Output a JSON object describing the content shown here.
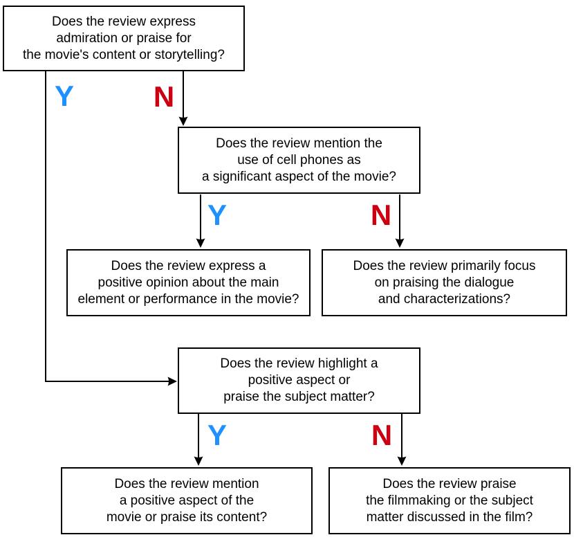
{
  "diagram": {
    "type": "decision-tree-flowchart",
    "colors": {
      "yes_label": "#1E90FF",
      "no_label": "#CC0011",
      "box_border": "#000000",
      "box_fill": "#FFFFFF",
      "text": "#000000",
      "connector": "#000000",
      "background": "#FFFFFF"
    },
    "labels": {
      "yes": "Y",
      "no": "N"
    },
    "nodes": [
      {
        "id": "q-admiration-content-storytelling",
        "lines": [
          "Does the review express",
          "admiration or praise for",
          "the movie's content or storytelling?"
        ]
      },
      {
        "id": "q-cell-phones-significant-aspect",
        "lines": [
          "Does the review mention the",
          "use of cell phones as",
          "a significant aspect of the movie?"
        ]
      },
      {
        "id": "q-positive-opinion-main-element",
        "lines": [
          "Does the review express a",
          "positive opinion about the main",
          "element or performance in the movie?"
        ]
      },
      {
        "id": "q-praising-dialogue-characterizations",
        "lines": [
          "Does the review primarily focus",
          "on praising the dialogue",
          "and characterizations?"
        ]
      },
      {
        "id": "q-highlight-positive-aspect-subject",
        "lines": [
          "Does the review highlight a",
          "positive aspect or",
          "praise the subject matter?"
        ]
      },
      {
        "id": "q-mention-positive-aspect-content",
        "lines": [
          "Does the review mention",
          "a positive aspect of the",
          "movie or praise its content?"
        ]
      },
      {
        "id": "q-praise-filmmaking-subject-matter",
        "lines": [
          "Does the review praise",
          "the filmmaking or the subject",
          "matter discussed in the film?"
        ]
      }
    ],
    "edges": [
      {
        "from": "q-admiration-content-storytelling",
        "to": "q-highlight-positive-aspect-subject",
        "label": "Y"
      },
      {
        "from": "q-admiration-content-storytelling",
        "to": "q-cell-phones-significant-aspect",
        "label": "N"
      },
      {
        "from": "q-cell-phones-significant-aspect",
        "to": "q-positive-opinion-main-element",
        "label": "Y"
      },
      {
        "from": "q-cell-phones-significant-aspect",
        "to": "q-praising-dialogue-characterizations",
        "label": "N"
      },
      {
        "from": "q-highlight-positive-aspect-subject",
        "to": "q-mention-positive-aspect-content",
        "label": "Y"
      },
      {
        "from": "q-highlight-positive-aspect-subject",
        "to": "q-praise-filmmaking-subject-matter",
        "label": "N"
      }
    ]
  }
}
